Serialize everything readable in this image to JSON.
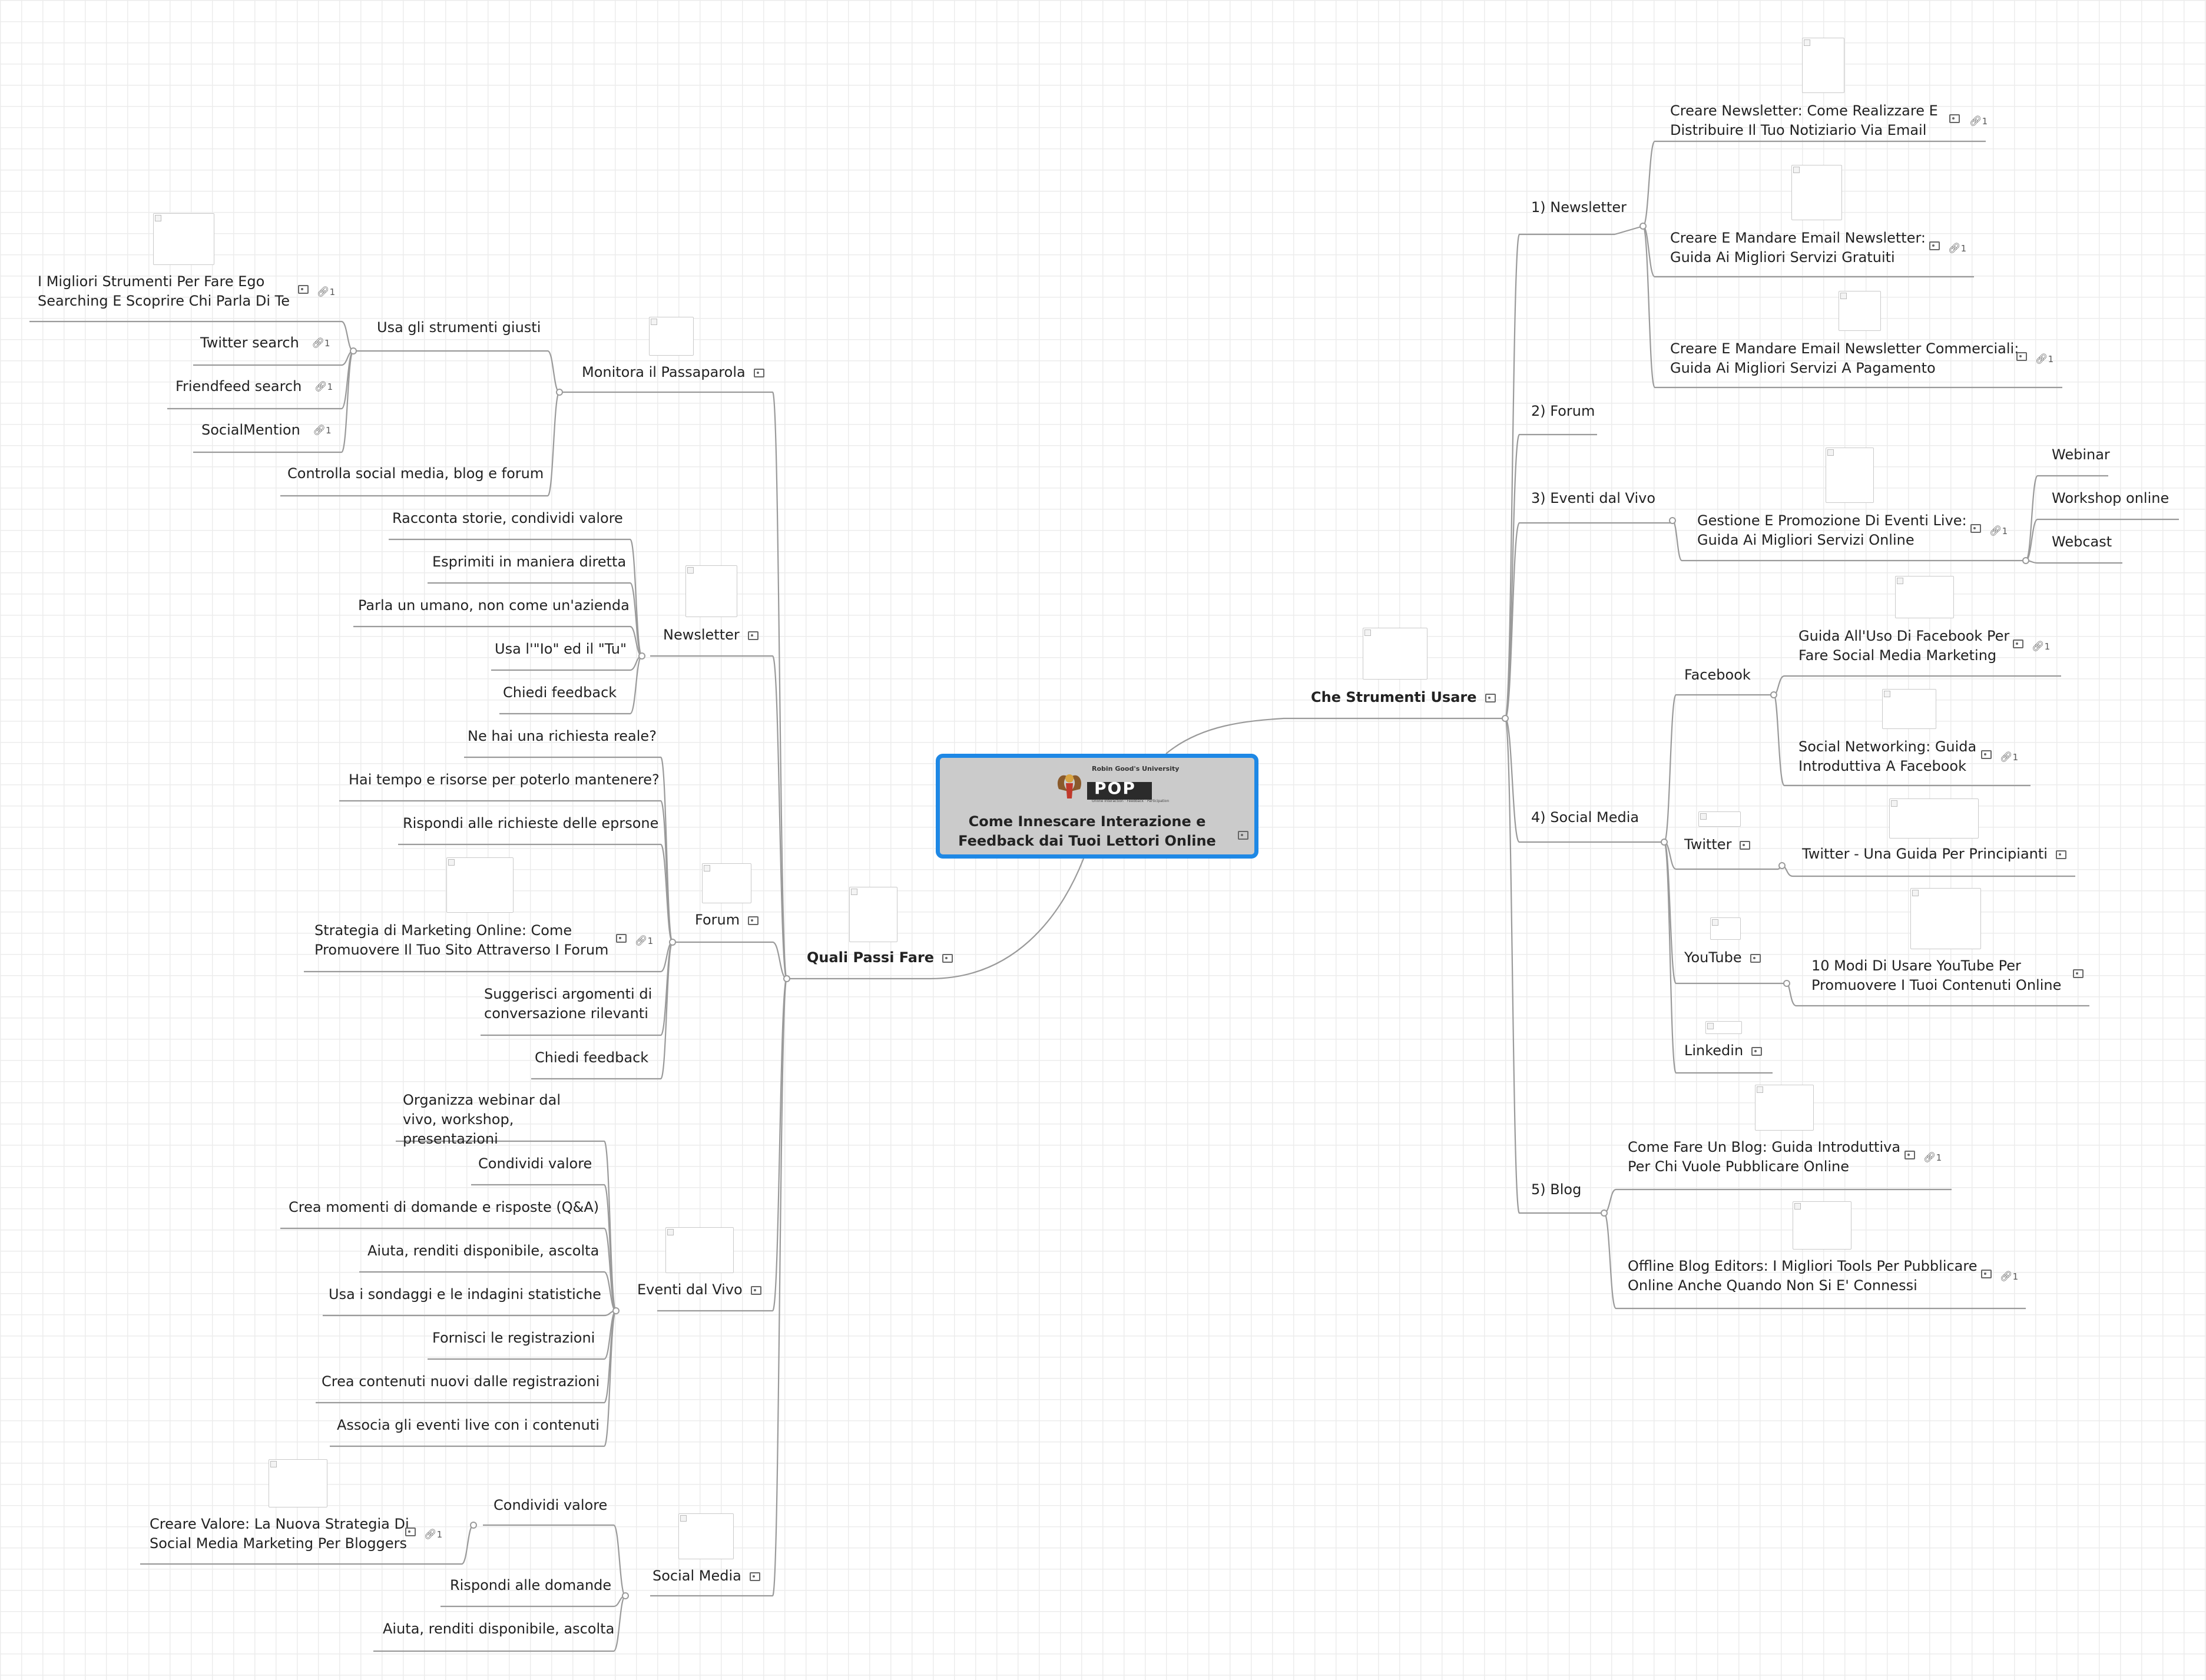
{
  "root": {
    "title": "Come Innescare Interazione e Feedback dai Tuoi Lettori Online",
    "logo_text": "Robin Good's University",
    "logo_big": "POP",
    "logo_sub": "Online Interaction · Feedback · Participation"
  },
  "right": {
    "title": "Che Strumenti Usare",
    "newsletter": {
      "label": "1) Newsletter",
      "items": [
        {
          "label": "Creare Newsletter: Come Realizzare E Distribuire Il Tuo Notiziario Via Email",
          "links": "1"
        },
        {
          "label": "Creare E Mandare Email Newsletter: Guida Ai Migliori Servizi Gratuiti",
          "links": "1"
        },
        {
          "label": "Creare E Mandare Email Newsletter Commerciali: Guida Ai Migliori Servizi A Pagamento",
          "links": "1"
        }
      ]
    },
    "forum": {
      "label": "2) Forum"
    },
    "eventi": {
      "label": "3) Eventi dal Vivo",
      "item": {
        "label": "Gestione E Promozione Di Eventi Live: Guida Ai Migliori Servizi Online",
        "links": "1"
      },
      "types": [
        "Webinar",
        "Workshop online",
        "Webcast"
      ]
    },
    "social": {
      "label": "4) Social Media",
      "facebook": {
        "label": "Facebook",
        "items": [
          {
            "label": "Guida All'Uso Di Facebook Per Fare Social Media Marketing",
            "links": "1"
          },
          {
            "label": "Social Networking: Guida Introduttiva A Facebook",
            "links": "1"
          }
        ]
      },
      "twitter": {
        "label": "Twitter",
        "item": "Twitter - Una Guida Per Principianti"
      },
      "youtube": {
        "label": "YouTube",
        "item": "10 Modi Di Usare YouTube Per Promuovere I Tuoi Contenuti Online"
      },
      "linkedin": {
        "label": "Linkedin"
      }
    },
    "blog": {
      "label": "5) Blog",
      "items": [
        {
          "label": "Come Fare Un Blog: Guida Introduttiva Per Chi Vuole Pubblicare Online",
          "links": "1"
        },
        {
          "label": "Offline Blog Editors: I Migliori Tools Per Pubblicare Online Anche Quando Non Si E' Connessi",
          "links": "1"
        }
      ]
    }
  },
  "left": {
    "title": "Quali Passi Fare",
    "passaparola": {
      "label": "Monitora il Passaparola",
      "strumenti": {
        "label": "Usa gli strumenti giusti",
        "items": [
          {
            "label": "I Migliori Strumenti Per Fare Ego Searching E Scoprire Chi Parla Di Te",
            "links": "1"
          },
          {
            "label": "Twitter search",
            "links": "1"
          },
          {
            "label": "Friendfeed search",
            "links": "1"
          },
          {
            "label": "SocialMention",
            "links": "1"
          }
        ]
      },
      "controlla": "Controlla social media, blog e forum"
    },
    "newsletter": {
      "label": "Newsletter",
      "items": [
        "Racconta storie, condividi valore",
        "Esprimiti in maniera diretta",
        "Parla un umano, non come un'azienda",
        "Usa l'\"Io\" ed il \"Tu\"",
        "Chiedi feedback"
      ]
    },
    "forum": {
      "label": "Forum",
      "items": [
        "Ne hai una richiesta reale?",
        "Hai tempo e risorse per poterlo mantenere?",
        "Rispondi alle richieste delle eprsone",
        "Strategia di Marketing Online: Come Promuovere Il Tuo Sito Attraverso I Forum",
        "Suggerisci argomenti di conversazione rilevanti",
        "Chiedi feedback"
      ],
      "links": "1"
    },
    "eventi": {
      "label": "Eventi dal Vivo",
      "items": [
        "Organizza webinar dal vivo, workshop, presentazioni",
        "Condividi valore",
        "Crea momenti di domande e risposte (Q&A)",
        "Aiuta, renditi disponibile, ascolta",
        "Usa i sondaggi e le indagini statistiche",
        "Fornisci le registrazioni",
        "Crea contenuti nuovi dalle registrazioni",
        "Associa gli eventi live con i contenuti"
      ]
    },
    "social": {
      "label": "Social Media",
      "condividi": {
        "label": "Condividi valore",
        "item": {
          "label": "Creare Valore: La Nuova Strategia Di Social Media Marketing Per Bloggers",
          "links": "1"
        }
      },
      "items": [
        "Rispondi alle domande",
        "Aiuta, renditi disponibile, ascolta"
      ]
    }
  },
  "colors": {
    "accent": "#1e88e5",
    "root_fill": "#cbcbcb",
    "link": "#9a9a9a"
  }
}
